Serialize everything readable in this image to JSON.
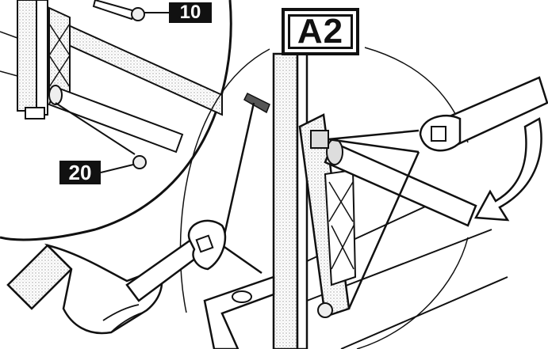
{
  "labels": {
    "step_id": "A2",
    "part_a": "10",
    "part_b": "20"
  },
  "icons": {
    "inset": "magnified-detail-circle",
    "tool": "open-end-wrench-icon",
    "rotation": "curved-arrow-tighten-icon",
    "hand": "hand-icon"
  },
  "colors": {
    "ink": "#111111",
    "paper": "#ffffff",
    "shade": "#d8d8d8"
  }
}
